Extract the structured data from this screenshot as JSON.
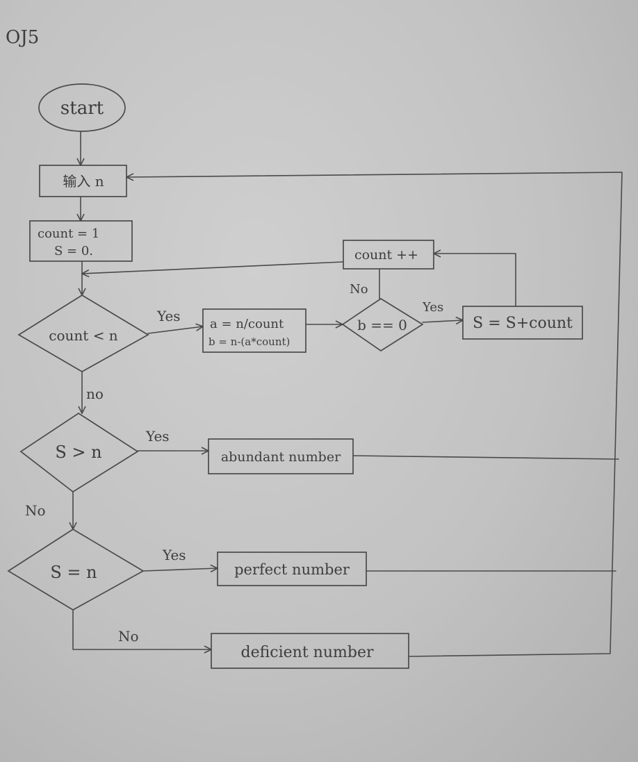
{
  "page_label": "OJ5",
  "nodes": {
    "start": "start",
    "input": "输入 n",
    "init_line1": "count = 1",
    "init_line2": "S = 0.",
    "cond_count": "count < n",
    "calc_line1": "a = n/count",
    "calc_line2": "b = n-(a*count)",
    "cond_b": "b == 0",
    "increment": "count ++",
    "accumulate": "S = S+count",
    "cond_gt": "S > n",
    "abundant": "abundant number",
    "cond_eq": "S = n",
    "perfect": "perfect number",
    "deficient": "deficient number"
  },
  "edge_labels": {
    "count_yes": "Yes",
    "count_no": "no",
    "b_yes": "Yes",
    "b_no": "No",
    "gt_yes": "Yes",
    "gt_no": "No",
    "eq_yes": "Yes",
    "eq_no": "No"
  }
}
